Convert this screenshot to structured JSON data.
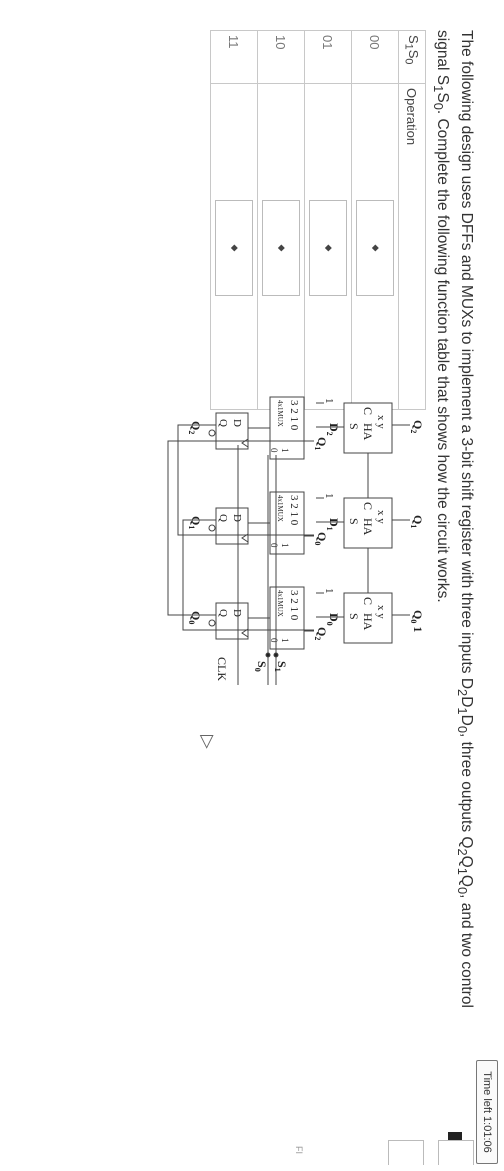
{
  "timer": {
    "label": "Time left",
    "value": "1:01:06"
  },
  "question": {
    "text_html": "The following design uses DFFs and MUXs to implement a 3-bit shift register with three inputs D<sub>2</sub>D<sub>1</sub>D<sub>0</sub>, three outputs Q<sub>2</sub>Q<sub>1</sub>Q<sub>0</sub>, and two control signal S<sub>1</sub>S<sub>0</sub>. Complete the following function table that shows how the circuit works."
  },
  "table": {
    "header_col1": "S1S0",
    "header_col2": "Operation",
    "rows": [
      {
        "code": "00",
        "value": ""
      },
      {
        "code": "01",
        "value": ""
      },
      {
        "code": "10",
        "value": ""
      },
      {
        "code": "11",
        "value": ""
      }
    ]
  },
  "circuit": {
    "ha_labels": {
      "xy": "x y",
      "c": "C",
      "ha": "HA",
      "s": "S"
    },
    "mux_inputs": "3 2 1 0",
    "mux_label": "4x1MUX",
    "sel1": "1",
    "sel0": "0",
    "one": "1",
    "dff_d": "D",
    "dff_q": "Q",
    "clk": "CLK",
    "stage_top": [
      "Q2",
      "Q1",
      "Q0 1"
    ],
    "stage_d": [
      "D2",
      "D1",
      "D0"
    ],
    "stage_mid": [
      "Q1",
      "Q0",
      "Q2"
    ],
    "stage_out": [
      "Q2",
      "Q1",
      "Q0"
    ],
    "select": [
      "S1",
      "S0"
    ]
  },
  "side": {
    "mark": "FI"
  }
}
